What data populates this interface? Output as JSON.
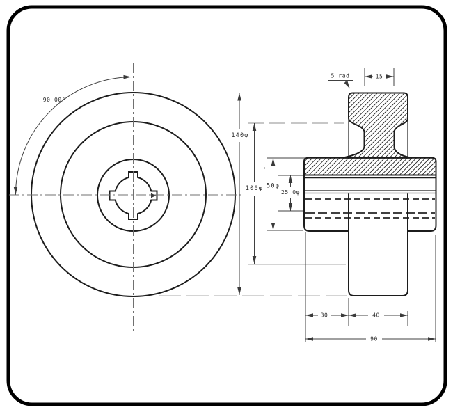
{
  "drawing": {
    "front_view": {
      "angle_label": "90 00°"
    },
    "section_view": {
      "dia_outer": "140φ",
      "dia_rim_inner": "100φ",
      "dia_hub": "50φ",
      "dia_bore": "25 0φ",
      "fillet_radius_note": "5 rad",
      "rim_face_width": "15",
      "hub_left_length": "30",
      "rim_width": "40",
      "total_width": "90"
    },
    "colors": {
      "ink": "#1c1c1c",
      "dimension_line": "#404040",
      "light_projection": "#a8a8a8",
      "paper": "#ffffff",
      "border": "#000000"
    }
  }
}
